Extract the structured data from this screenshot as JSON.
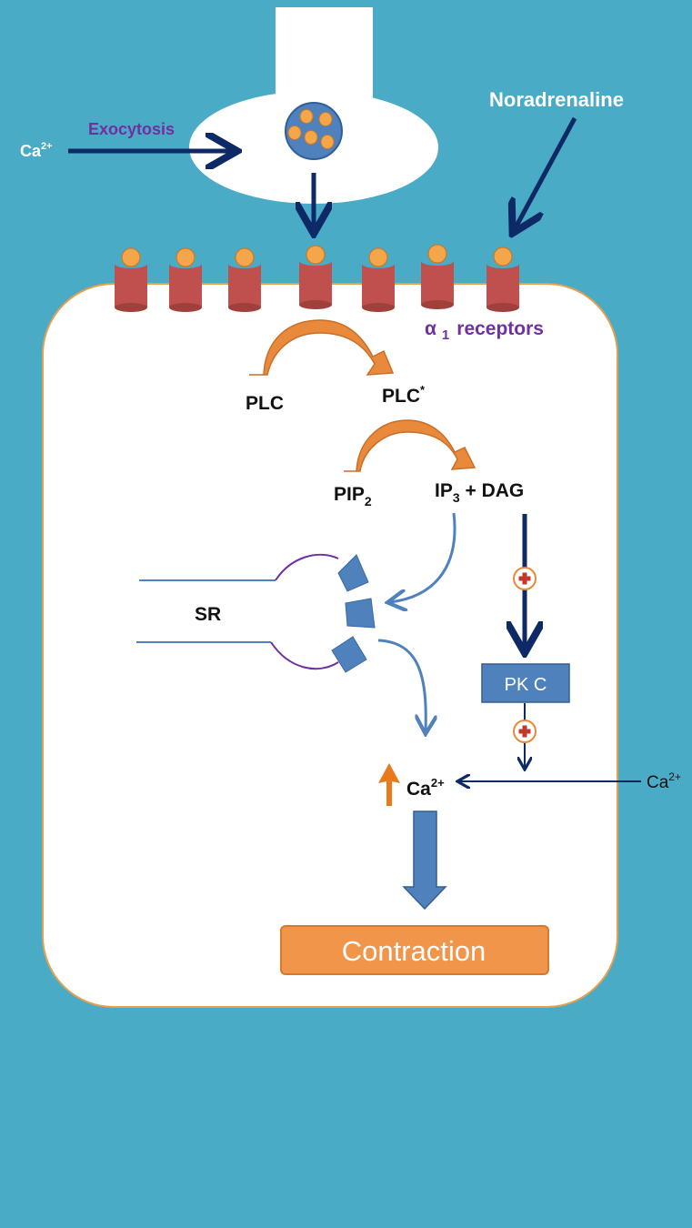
{
  "labels": {
    "ca_outside_top": "Ca",
    "ca_outside_top_sup": "2+",
    "exocytosis": "Exocytosis",
    "noradrenaline": "Noradrenaline",
    "alpha": "α",
    "alpha_sub": "1",
    "receptors": "receptors",
    "plc": "PLC",
    "plc_active": "PLC",
    "plc_active_sup": "*",
    "pip": "PIP",
    "pip_sub": "2",
    "ip": "IP",
    "ip_sub": "3",
    "dag": " + DAG",
    "sr": "SR",
    "pkc": "PK C",
    "ca_cyto": "Ca",
    "ca_cyto_sup": "2+",
    "ca_right": "Ca",
    "ca_right_sup": "2+",
    "contraction": "Contraction"
  },
  "colors": {
    "background": "#4aabc6",
    "cell": "#ffffff",
    "cell_border": "#e5a050",
    "navy_arrow": "#0d2a66",
    "orange": "#f0a050",
    "orange_dark": "#d07a30",
    "steel_blue": "#4f81bd",
    "receptor_red": "#c0504d",
    "purple": "#7030a0"
  },
  "icons": {
    "stimulate": "plus-circle-icon",
    "increase": "up-arrow-icon"
  }
}
